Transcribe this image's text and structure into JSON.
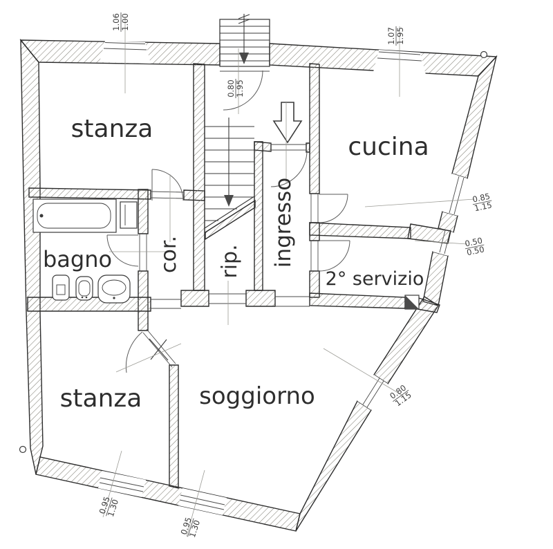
{
  "colors": {
    "ink": "#2c2c2c",
    "paper": "#ffffff",
    "hatch": "#8a887f"
  },
  "rooms": {
    "stanza_top": "stanza",
    "cucina": "cucina",
    "bagno": "bagno",
    "cor": "cor.",
    "rip": "rip.",
    "ingresso": "ingresso",
    "servizio": "2° servizio",
    "soggiorno": "soggiorno",
    "stanza_bottom": "stanza"
  },
  "dimensions": {
    "win_top_left": {
      "a": "1.06",
      "b": "1.00"
    },
    "door_stair": {
      "a": "0.80",
      "b": "1.95"
    },
    "win_top_right": {
      "a": "1.07",
      "b": "1.95"
    },
    "win_right_upper": {
      "a": "0.85",
      "b": "1.15"
    },
    "win_right_lower": {
      "a": "0.50",
      "b": "0.50"
    },
    "win_diagonal": {
      "a": "0.80",
      "b": "1.15"
    },
    "win_bottom_left": {
      "a": "0.95",
      "b": "1.30"
    },
    "win_bottom_mid": {
      "a": "0.95",
      "b": "1.30"
    }
  }
}
